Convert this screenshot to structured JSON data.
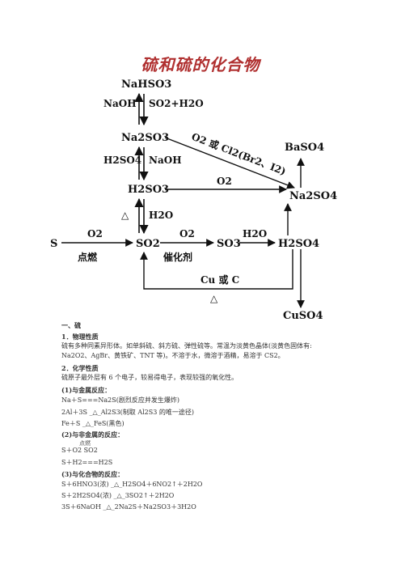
{
  "title": "硫和硫的化合物",
  "diagram": {
    "species": {
      "nahso3": "NaHSO3",
      "na2so3": "Na2SO3",
      "h2so3": "H2SO3",
      "s": "S",
      "so2": "SO2",
      "so3": "SO3",
      "h2so4": "H2SO4",
      "baso4": "BaSO4",
      "na2so4": "Na2SO4",
      "cuso4": "CuSO4"
    },
    "labels": {
      "naoh": "NaOH",
      "so2_h2o": "SO2+H2O",
      "h2so4_rev": "H2SO4",
      "naoh2": "NaOH",
      "o2_or_cl2": "O2 或 Cl2(Br2、I2)",
      "o2_h2so3": "O2",
      "delta1": "△",
      "h2o_1": "H2O",
      "s_o2": "O2",
      "ignite": "点燃",
      "so2_o2": "O2",
      "catalyst": "催化剂",
      "so3_h2o": "H2O",
      "cu_or_c": "Cu 或 C",
      "delta2": "△"
    }
  },
  "body": {
    "section1": "一、硫",
    "physical_heading": "1．物理性质",
    "physical_line1": "硫有多种同素异形体。如单斜硫、斜方硫、弹性硫等。常温为淡黄色晶体(淡黄色固体有:",
    "physical_line2": "Na2O2、AgBr、黄铁矿、TNT 等)。不溶于水，微溶于酒精，易溶于 CS2。",
    "chemical_heading": "2．化学性质",
    "chemical_line": "硫原子最外层有 6 个电子，较易得电子，表现较强的氧化性。",
    "metal_heading": "(1)与金属反应：",
    "r1": "Na＋S===Na2S(剧烈反应并发生爆炸)",
    "r2": "2Al＋3S _△_Al2S3(制取 Al2S3 的唯一途径)",
    "r3": "Fe＋S _△_FeS(黑色)",
    "nonmetal_heading": "(2)与非金属的反应：",
    "r4_cond": "点燃",
    "r4": "S＋O2    SO2",
    "r5": "S＋H2===H2S",
    "compound_heading": "(3)与化合物的反应：",
    "r6": "S＋6HNO3(浓) _△_H2SO4＋6NO2↑＋2H2O",
    "r7": "S＋2H2SO4(浓) _△_3SO2↑＋2H2O",
    "r8": "3S＋6NaOH _△_2Na2S＋Na2SO3＋3H2O"
  }
}
